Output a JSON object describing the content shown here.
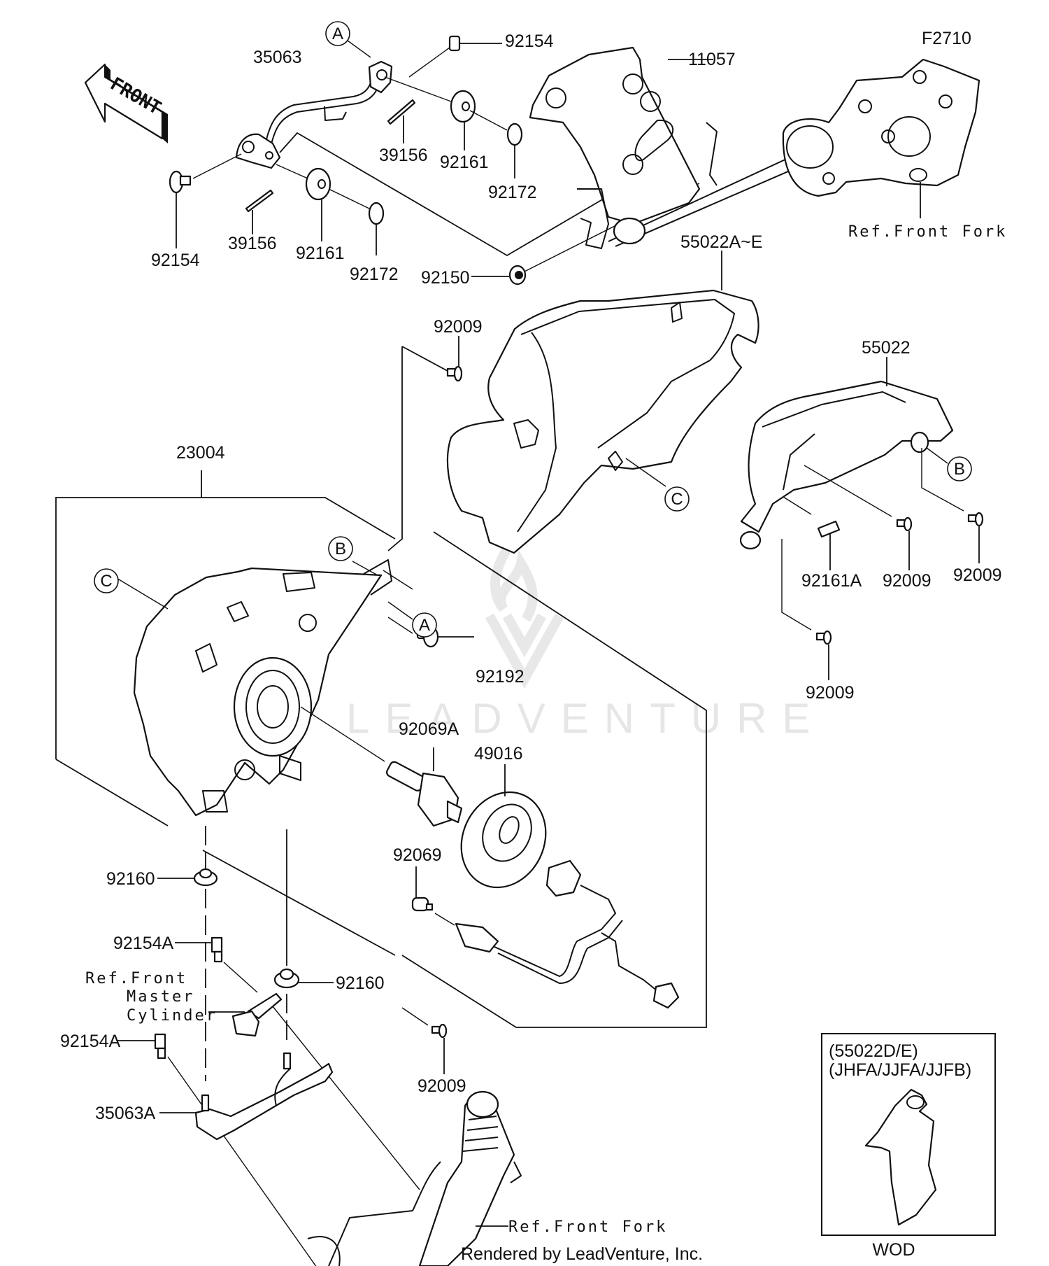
{
  "diagram": {
    "figure_code": "F2710",
    "front_marker": "FRONT",
    "credit": "Rendered by LeadVenture, Inc.",
    "watermark": "LEADVENTURE",
    "parts": {
      "p35063": "35063",
      "p92154_top": "92154",
      "p11057": "11057",
      "p39156_upper": "39156",
      "p92161_upper": "92161",
      "p92172_upper": "92172",
      "p92154_left": "92154",
      "p39156_lower": "39156",
      "p92161_lower": "92161",
      "p92172_lower": "92172",
      "p92150": "92150",
      "p55022AE": "55022A~E",
      "p92009_a": "92009",
      "p55022": "55022",
      "p23004": "23004",
      "p92192": "92192",
      "p92161A": "92161A",
      "p92009_b": "92009",
      "p92009_c": "92009",
      "p92009_d": "92009",
      "p92069A": "92069A",
      "p49016": "49016",
      "p92069": "92069",
      "p92160_a": "92160",
      "p92154A_a": "92154A",
      "p92160_b": "92160",
      "p92154A_b": "92154A",
      "p35063A": "35063A",
      "p92009_e": "92009"
    },
    "references": {
      "front_fork_top": "Ref.Front Fork",
      "front_fork_bottom": "Ref.Front Fork",
      "master_cylinder_line1": "Ref.Front",
      "master_cylinder_line2": "Master",
      "master_cylinder_line3": "Cylinder"
    },
    "callouts": {
      "A_top": "A",
      "A_mid": "A",
      "B_right": "B",
      "B_mid": "B",
      "C_right": "C",
      "C_left": "C"
    },
    "inset": {
      "line1": "(55022D/E)",
      "line2": "(JHFA/JJFA/JJFB)",
      "caption": "WOD"
    }
  }
}
